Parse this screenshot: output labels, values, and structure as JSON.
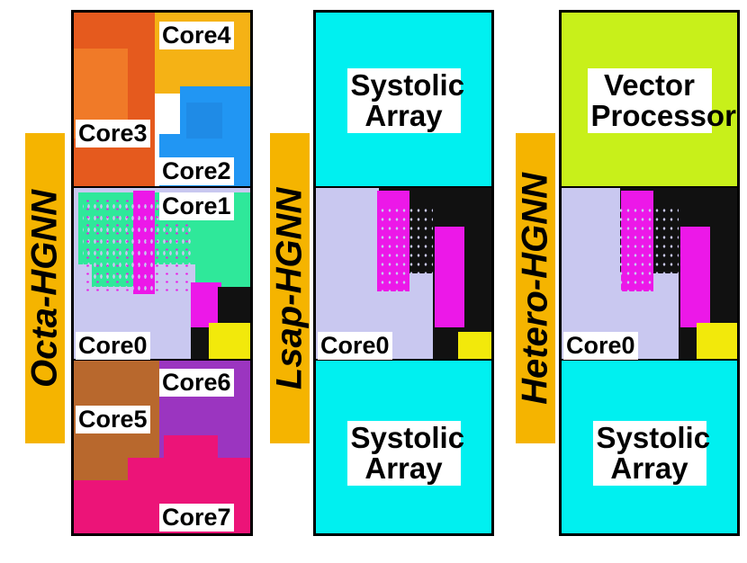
{
  "figure": {
    "panels": [
      {
        "label": "Octa-HGNN",
        "cores": [
          "Core4",
          "Core3",
          "Core2",
          "Core1",
          "Core0",
          "Core6",
          "Core5",
          "Core7"
        ]
      },
      {
        "label": "Lsap-HGNN",
        "top_block": "Systolic Array",
        "core": "Core0",
        "bottom_block": "Systolic Array"
      },
      {
        "label": "Hetero-HGNN",
        "top_block": "Vector Processor",
        "core": "Core0",
        "bottom_block": "Systolic Array"
      }
    ]
  },
  "colors": {
    "label_bg": "#f5b400",
    "core0": "#c9c8f0",
    "core1": "#2fe89a",
    "core2": "#2196f3",
    "core3": "#e55a1e",
    "core4": "#f5b215",
    "core5": "#b8682d",
    "core6": "#9b35c0",
    "core7": "#ec1478",
    "magenta": "#ec18e8",
    "yellow": "#f2e90b",
    "systolic": "#00f0f0",
    "vector": "#c8f01a"
  }
}
